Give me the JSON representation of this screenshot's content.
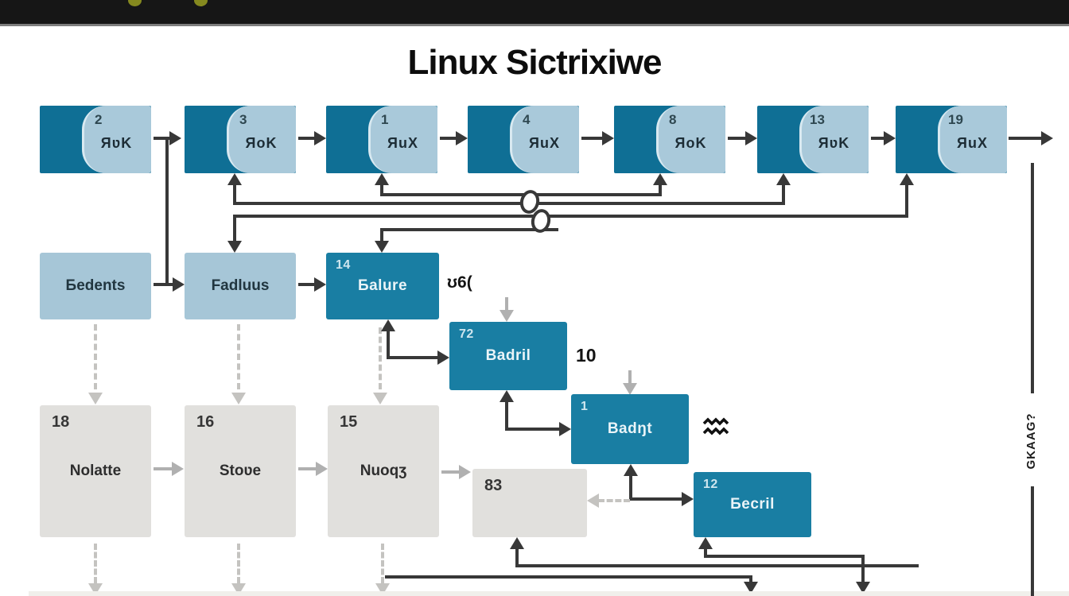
{
  "colors": {
    "topbar": "#161616",
    "logo_dot": "#85891f",
    "teal_dark": "#0f6f95",
    "teal": "#197ea3",
    "light_blue": "#a9c9da",
    "light_blue2": "#a6c6d7",
    "gray_box": "#e1e0dd",
    "line": "#383838",
    "line_gray": "#b0b0b0",
    "dash_gray": "#c4c3c0",
    "title": "#0d0d0d"
  },
  "title": "Linux Sictrixiwe",
  "row1": {
    "boxes": [
      {
        "num": "2",
        "label": "ЯʋK"
      },
      {
        "num": "3",
        "label": "ЯoK"
      },
      {
        "num": "1",
        "label": "ЯuX"
      },
      {
        "num": "4",
        "label": "ЯuX"
      },
      {
        "num": "8",
        "label": "ЯoK"
      },
      {
        "num": "13",
        "label": "ЯʋK"
      },
      {
        "num": "19",
        "label": "ЯuX"
      }
    ]
  },
  "row2": {
    "box1": {
      "label": "Бedents"
    },
    "box2": {
      "label": "Fadluus"
    },
    "box3": {
      "num": "14",
      "label": "Бalure"
    },
    "annotation": "ʊ6("
  },
  "stairs": {
    "box1": {
      "num": "72",
      "label": "Badril",
      "annotation": "10"
    },
    "box2": {
      "num": "1",
      "label": "Badŋt"
    },
    "box3": {
      "num": "12",
      "label": "Бecril"
    }
  },
  "row3": {
    "boxes": [
      {
        "num": "18",
        "label": "Nolatte"
      },
      {
        "num": "16",
        "label": "Stoʋe"
      },
      {
        "num": "15",
        "label": "Nuoqʒ"
      },
      {
        "num": "83",
        "label": ""
      }
    ]
  },
  "side_label": "GKAAG?",
  "icons": {
    "logo-dot": "olive circle",
    "wave-squiggle-icon": "double zigzag (aquarius-like)",
    "line-jump-arc": "arc hop over crossing lines"
  }
}
